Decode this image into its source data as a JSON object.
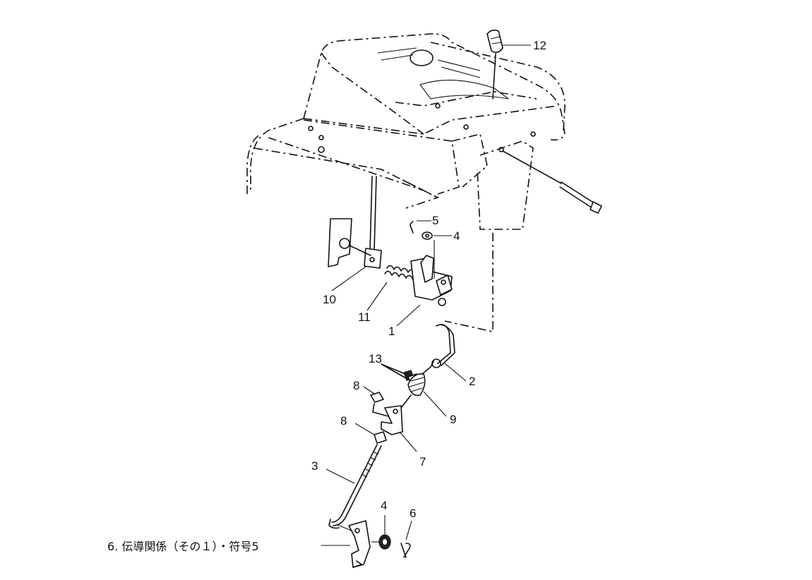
{
  "caption": "6. 伝導関係（その１）・符号5",
  "parts": [
    {
      "key": "p12",
      "label": "12"
    },
    {
      "key": "p5",
      "label": "5"
    },
    {
      "key": "p4a",
      "label": "4"
    },
    {
      "key": "p10",
      "label": "10"
    },
    {
      "key": "p11",
      "label": "11"
    },
    {
      "key": "p1",
      "label": "1"
    },
    {
      "key": "p2",
      "label": "2"
    },
    {
      "key": "p13",
      "label": "13"
    },
    {
      "key": "p9",
      "label": "9"
    },
    {
      "key": "p8a",
      "label": "8"
    },
    {
      "key": "p8b",
      "label": "8"
    },
    {
      "key": "p7",
      "label": "7"
    },
    {
      "key": "p3",
      "label": "3"
    },
    {
      "key": "p4b",
      "label": "4"
    },
    {
      "key": "p6",
      "label": "6"
    }
  ]
}
